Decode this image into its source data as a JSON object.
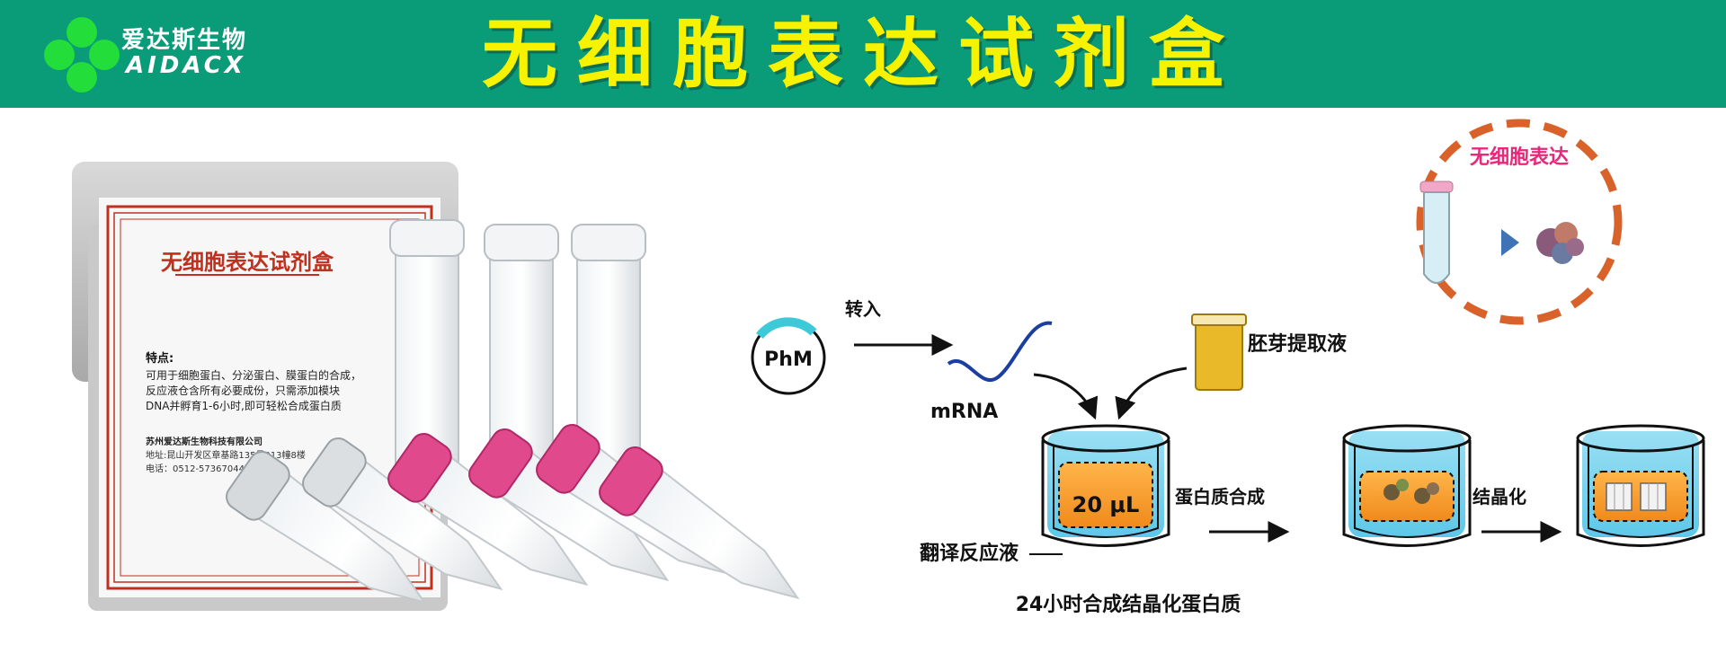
{
  "header": {
    "logo_cn": "爱达斯生物",
    "logo_en": "AIDACX",
    "title": "无细胞表达试剂盒"
  },
  "product_box": {
    "label_title": "无细胞表达试剂盒",
    "features_heading": "特点:",
    "features": [
      "可用于细胞蛋白、分泌蛋白、膜蛋白的合成，",
      "反应液仓含所有必要成份，只需添加模块",
      "DNA并孵育1-6小时,即可轻松合成蛋白质"
    ],
    "company": "苏州爱达斯生物科技有限公司",
    "address": "地址:昆山开发区章基路135号013幢8楼",
    "phone": "电话：0512-57367044"
  },
  "workflow": {
    "plasmid": "PhM",
    "transfer": "转入",
    "mrna": "mRNA",
    "extract": "胚芽提取液",
    "volume": "20 μL",
    "step_synthesis": "蛋白质合成",
    "step_crystal": "结晶化",
    "solution": "翻译反应液",
    "caption": "24小时合成结晶化蛋白质",
    "cellfree_label": "无细胞表达"
  },
  "colors": {
    "banner": "#0a9b78",
    "title": "#f6f200",
    "accent_pink": "#e8287a",
    "dash_orange": "#d9622b",
    "box_red": "#c0301e"
  }
}
